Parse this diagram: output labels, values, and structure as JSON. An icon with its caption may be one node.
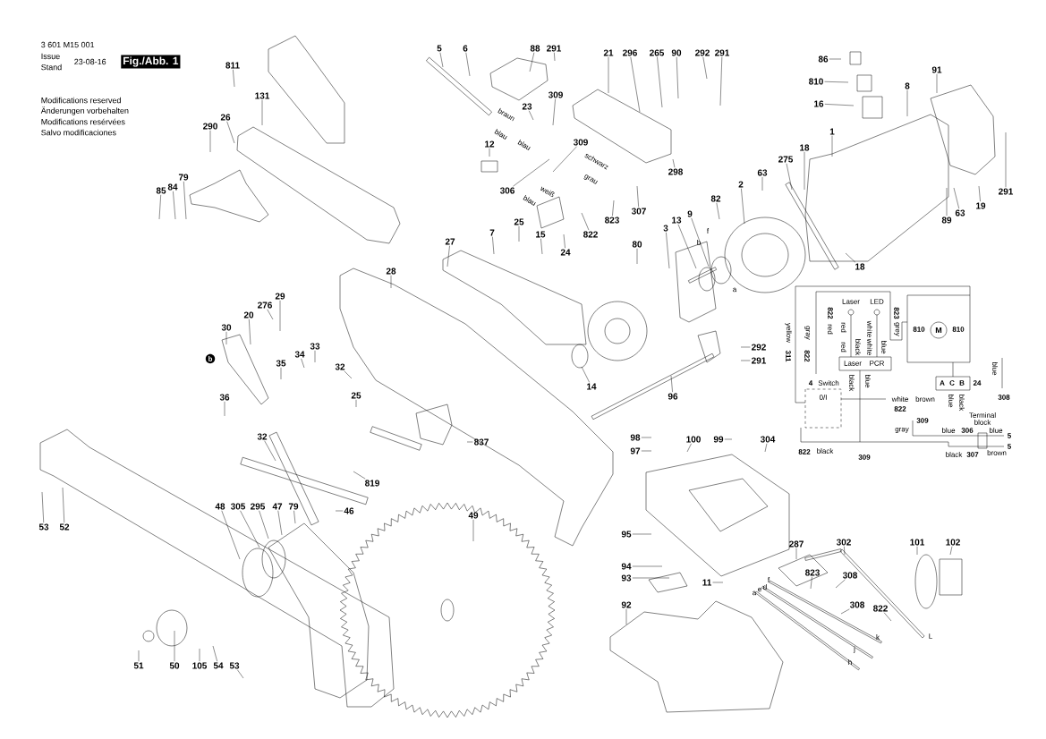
{
  "diagram": {
    "nodes": [
      {
        "text": [
          "811"
        ]
      },
      {
        "text": [
          "131"
        ]
      },
      {
        "text": [
          "26"
        ]
      },
      {
        "text": [
          "290"
        ]
      },
      {
        "text": [
          "85"
        ]
      },
      {
        "text": [
          "84"
        ]
      },
      {
        "text": [
          "79"
        ]
      },
      {
        "text": [
          "5"
        ]
      },
      {
        "text": [
          "6"
        ]
      },
      {
        "text": [
          "88"
        ]
      },
      {
        "text": [
          "291"
        ]
      },
      {
        "text": [
          "21"
        ]
      },
      {
        "text": [
          "296"
        ]
      },
      {
        "text": [
          "265"
        ]
      },
      {
        "text": [
          "90"
        ]
      },
      {
        "text": [
          "292"
        ]
      },
      {
        "text": [
          "291"
        ]
      },
      {
        "text": [
          "23"
        ]
      },
      {
        "text": [
          "309"
        ]
      },
      {
        "text": [
          "12"
        ]
      },
      {
        "text": [
          "309"
        ]
      },
      {
        "text": [
          "306"
        ]
      },
      {
        "text": [
          "298"
        ]
      },
      {
        "text": [
          "307"
        ]
      },
      {
        "text": [
          "823"
        ]
      },
      {
        "text": [
          "822"
        ]
      },
      {
        "text": [
          "24"
        ]
      },
      {
        "text": [
          "7"
        ]
      },
      {
        "text": [
          "25"
        ]
      },
      {
        "text": [
          "15"
        ]
      },
      {
        "text": [
          "27"
        ]
      },
      {
        "text": [
          "80"
        ]
      },
      {
        "text": [
          "3"
        ]
      },
      {
        "text": [
          "13"
        ]
      },
      {
        "text": [
          "9"
        ]
      },
      {
        "text": [
          "82"
        ]
      },
      {
        "text": [
          "2"
        ]
      },
      {
        "text": [
          "63"
        ]
      },
      {
        "text": [
          "86"
        ]
      },
      {
        "text": [
          "810"
        ]
      },
      {
        "text": [
          "16"
        ]
      },
      {
        "text": [
          "91"
        ]
      },
      {
        "text": [
          "8"
        ]
      },
      {
        "text": [
          "1"
        ]
      },
      {
        "text": [
          "18"
        ]
      },
      {
        "text": [
          "275"
        ]
      },
      {
        "text": [
          "291"
        ]
      },
      {
        "text": [
          "19"
        ]
      },
      {
        "text": [
          "63"
        ]
      },
      {
        "text": [
          "89"
        ]
      },
      {
        "text": [
          "18"
        ]
      },
      {
        "text": [
          "28"
        ]
      },
      {
        "text": [
          "30"
        ]
      },
      {
        "text": [
          "20"
        ]
      },
      {
        "text": [
          "276"
        ]
      },
      {
        "text": [
          "29"
        ]
      },
      {
        "text": [
          "35"
        ]
      },
      {
        "text": [
          "34"
        ]
      },
      {
        "text": [
          "33"
        ]
      },
      {
        "text": [
          "32"
        ]
      },
      {
        "text": [
          "25"
        ]
      },
      {
        "text": [
          "36"
        ]
      },
      {
        "text": [
          "32"
        ]
      },
      {
        "text": [
          "819"
        ]
      },
      {
        "text": [
          "46"
        ]
      },
      {
        "text": [
          "837"
        ]
      },
      {
        "text": [
          "14"
        ]
      },
      {
        "text": [
          "292"
        ]
      },
      {
        "text": [
          "291"
        ]
      },
      {
        "text": [
          "96"
        ]
      },
      {
        "text": [
          "53"
        ]
      },
      {
        "text": [
          "52"
        ]
      },
      {
        "text": [
          "48"
        ]
      },
      {
        "text": [
          "305"
        ]
      },
      {
        "text": [
          "295"
        ]
      },
      {
        "text": [
          "47"
        ]
      },
      {
        "text": [
          "79"
        ]
      },
      {
        "text": [
          "49"
        ]
      },
      {
        "text": [
          "51"
        ]
      },
      {
        "text": [
          "50"
        ]
      },
      {
        "text": [
          "105"
        ]
      },
      {
        "text": [
          "54"
        ]
      },
      {
        "text": [
          "53"
        ]
      },
      {
        "text": [
          "98"
        ]
      },
      {
        "text": [
          "97"
        ]
      },
      {
        "text": [
          "100"
        ]
      },
      {
        "text": [
          "99"
        ]
      },
      {
        "text": [
          "304"
        ]
      },
      {
        "text": [
          "95"
        ]
      },
      {
        "text": [
          "94"
        ]
      },
      {
        "text": [
          "93"
        ]
      },
      {
        "text": [
          "11"
        ]
      },
      {
        "text": [
          "92"
        ]
      },
      {
        "text": [
          "287"
        ]
      },
      {
        "text": [
          "302"
        ]
      },
      {
        "text": [
          "101"
        ]
      },
      {
        "text": [
          "102"
        ]
      },
      {
        "text": [
          "823"
        ]
      },
      {
        "text": [
          "308"
        ]
      },
      {
        "text": [
          "308"
        ]
      },
      {
        "text": [
          "822"
        ]
      }
    ],
    "edges": [
      {
        "from": 0,
        "to": null,
        "arrow": "none"
      },
      {
        "from": 1,
        "to": null,
        "arrow": "none"
      },
      {
        "from": 2,
        "to": null,
        "arrow": "none"
      },
      {
        "from": 3,
        "to": null,
        "arrow": "none"
      },
      {
        "from": 4,
        "to": null,
        "arrow": "none"
      },
      {
        "from": 5,
        "to": null,
        "arrow": "none"
      },
      {
        "from": 6,
        "to": null,
        "arrow": "none"
      },
      {
        "from": 7,
        "to": null,
        "arrow": "none"
      },
      {
        "from": 8,
        "to": null,
        "arrow": "none"
      },
      {
        "from": 9,
        "to": null,
        "arrow": "none"
      },
      {
        "from": 10,
        "to": null,
        "arrow": "none"
      },
      {
        "from": 11,
        "to": null,
        "arrow": "none"
      },
      {
        "from": 12,
        "to": null,
        "arrow": "none"
      },
      {
        "from": 13,
        "to": null,
        "arrow": "none"
      },
      {
        "from": 14,
        "to": null,
        "arrow": "none"
      },
      {
        "from": 15,
        "to": null,
        "arrow": "none"
      },
      {
        "from": 16,
        "to": null,
        "arrow": "none"
      },
      {
        "from": 17,
        "to": null,
        "arrow": "none"
      },
      {
        "from": 18,
        "to": null,
        "arrow": "none"
      },
      {
        "from": 19,
        "to": null,
        "arrow": "none"
      },
      {
        "from": 20,
        "to": null,
        "arrow": "none"
      },
      {
        "from": 21,
        "to": null,
        "arrow": "none"
      },
      {
        "from": 22,
        "to": null,
        "arrow": "none"
      },
      {
        "from": 23,
        "to": null,
        "arrow": "none"
      },
      {
        "from": 24,
        "to": null,
        "arrow": "none"
      },
      {
        "from": 25,
        "to": null,
        "arrow": "none"
      },
      {
        "from": 26,
        "to": null,
        "arrow": "none"
      },
      {
        "from": 27,
        "to": null,
        "arrow": "none"
      },
      {
        "from": 28,
        "to": null,
        "arrow": "none"
      },
      {
        "from": 29,
        "to": null,
        "arrow": "none"
      },
      {
        "from": 30,
        "to": null,
        "arrow": "none"
      },
      {
        "from": 31,
        "to": null,
        "arrow": "none"
      },
      {
        "from": 32,
        "to": null,
        "arrow": "none"
      },
      {
        "from": 33,
        "to": null,
        "arrow": "none"
      },
      {
        "from": 34,
        "to": null,
        "arrow": "none"
      },
      {
        "from": 35,
        "to": null,
        "arrow": "none"
      },
      {
        "from": 36,
        "to": null,
        "arrow": "none"
      },
      {
        "from": 37,
        "to": null,
        "arrow": "none"
      },
      {
        "from": 38,
        "to": null,
        "arrow": "none"
      },
      {
        "from": 39,
        "to": null,
        "arrow": "none"
      },
      {
        "from": 40,
        "to": null,
        "arrow": "none"
      },
      {
        "from": 41,
        "to": null,
        "arrow": "none"
      },
      {
        "from": 42,
        "to": null,
        "arrow": "none"
      },
      {
        "from": 43,
        "to": null,
        "arrow": "none"
      },
      {
        "from": 44,
        "to": null,
        "arrow": "none"
      },
      {
        "from": 45,
        "to": null,
        "arrow": "none"
      },
      {
        "from": 46,
        "to": null,
        "arrow": "none"
      },
      {
        "from": 47,
        "to": null,
        "arrow": "none"
      },
      {
        "from": 48,
        "to": null,
        "arrow": "none"
      },
      {
        "from": 49,
        "to": null,
        "arrow": "none"
      },
      {
        "from": 50,
        "to": null,
        "arrow": "none"
      },
      {
        "from": 51,
        "to": null,
        "arrow": "none"
      },
      {
        "from": 52,
        "to": null,
        "arrow": "none"
      },
      {
        "from": 53,
        "to": null,
        "arrow": "none"
      },
      {
        "from": 54,
        "to": null,
        "arrow": "none"
      },
      {
        "from": 55,
        "to": null,
        "arrow": "none"
      },
      {
        "from": 56,
        "to": null,
        "arrow": "none"
      },
      {
        "from": 57,
        "to": null,
        "arrow": "none"
      },
      {
        "from": 58,
        "to": null,
        "arrow": "none"
      },
      {
        "from": 59,
        "to": null,
        "arrow": "none"
      },
      {
        "from": 60,
        "to": null,
        "arrow": "none"
      },
      {
        "from": 61,
        "to": null,
        "arrow": "none"
      },
      {
        "from": 62,
        "to": null,
        "arrow": "none"
      },
      {
        "from": 63,
        "to": null,
        "arrow": "none"
      },
      {
        "from": 64,
        "to": null,
        "arrow": "none"
      },
      {
        "from": 65,
        "to": null,
        "arrow": "none"
      },
      {
        "from": 66,
        "to": null,
        "arrow": "none"
      },
      {
        "from": 67,
        "to": null,
        "arrow": "none"
      },
      {
        "from": 68,
        "to": null,
        "arrow": "none"
      },
      {
        "from": 69,
        "to": null,
        "arrow": "none"
      },
      {
        "from": 70,
        "to": null,
        "arrow": "none"
      },
      {
        "from": 71,
        "to": null,
        "arrow": "none"
      },
      {
        "from": 72,
        "to": null,
        "arrow": "none"
      },
      {
        "from": 73,
        "to": null,
        "arrow": "none"
      },
      {
        "from": 74,
        "to": null,
        "arrow": "none"
      },
      {
        "from": 75,
        "to": null,
        "arrow": "none"
      },
      {
        "from": 76,
        "to": null,
        "arrow": "none"
      },
      {
        "from": 77,
        "to": null,
        "arrow": "none"
      },
      {
        "from": 78,
        "to": null,
        "arrow": "none"
      },
      {
        "from": 79,
        "to": null,
        "arrow": "none"
      },
      {
        "from": 80,
        "to": null,
        "arrow": "none"
      },
      {
        "from": 81,
        "to": null,
        "arrow": "none"
      },
      {
        "from": 82,
        "to": null,
        "arrow": "none"
      },
      {
        "from": 83,
        "to": null,
        "arrow": "none"
      },
      {
        "from": 84,
        "to": null,
        "arrow": "none"
      },
      {
        "from": 85,
        "to": null,
        "arrow": "none"
      },
      {
        "from": 86,
        "to": null,
        "arrow": "none"
      },
      {
        "from": 87,
        "to": null,
        "arrow": "none"
      },
      {
        "from": 88,
        "to": null,
        "arrow": "none"
      },
      {
        "from": 89,
        "to": null,
        "arrow": "none"
      },
      {
        "from": 90,
        "to": null,
        "arrow": "none"
      },
      {
        "from": 91,
        "to": null,
        "arrow": "none"
      },
      {
        "from": 92,
        "to": null,
        "arrow": "none"
      },
      {
        "from": 93,
        "to": null,
        "arrow": "none"
      },
      {
        "from": 94,
        "to": null,
        "arrow": "none"
      },
      {
        "from": 95,
        "to": null,
        "arrow": "none"
      },
      {
        "from": 96,
        "to": null,
        "arrow": "none"
      },
      {
        "from": 97,
        "to": null,
        "arrow": "none"
      },
      {
        "from": 98,
        "to": null,
        "arrow": "none"
      },
      {
        "from": 99,
        "to": null,
        "arrow": "none"
      },
      {
        "from": 100,
        "to": null,
        "arrow": "none"
      }
    ],
    "labels": [
      "3 601 M15 001",
      "Issue",
      "Stand",
      "23-08-16",
      "Fig./Abb. 1",
      "Modifications reserved",
      "Änderungen vorbehalten",
      "Modifications resérvées",
      "Salvo modificaciones",
      "b",
      "braun",
      "blau",
      "blau",
      "schwarz",
      "grau",
      "blau",
      "weiß",
      "f",
      "b",
      "a",
      "a",
      "e",
      "d",
      "f",
      "k",
      "j",
      "h",
      "L",
      "Laser",
      "LED",
      "822",
      "823",
      "yellow",
      "gray",
      "red",
      "red",
      "white",
      "grey",
      "810",
      "M",
      "810",
      "311",
      "822",
      "red",
      "black",
      "white",
      "blue",
      "Laser",
      "PCR",
      "blue",
      "4",
      "Switch",
      "black",
      "blue",
      "A",
      "C",
      "B",
      "24",
      "0/I",
      "white",
      "brown",
      "blue",
      "black",
      "308",
      "822",
      "309",
      "Terminal block",
      "gray",
      "blue",
      "306",
      "blue",
      "5",
      "822",
      "black",
      "309",
      "black",
      "307",
      "brown",
      "5"
    ]
  }
}
